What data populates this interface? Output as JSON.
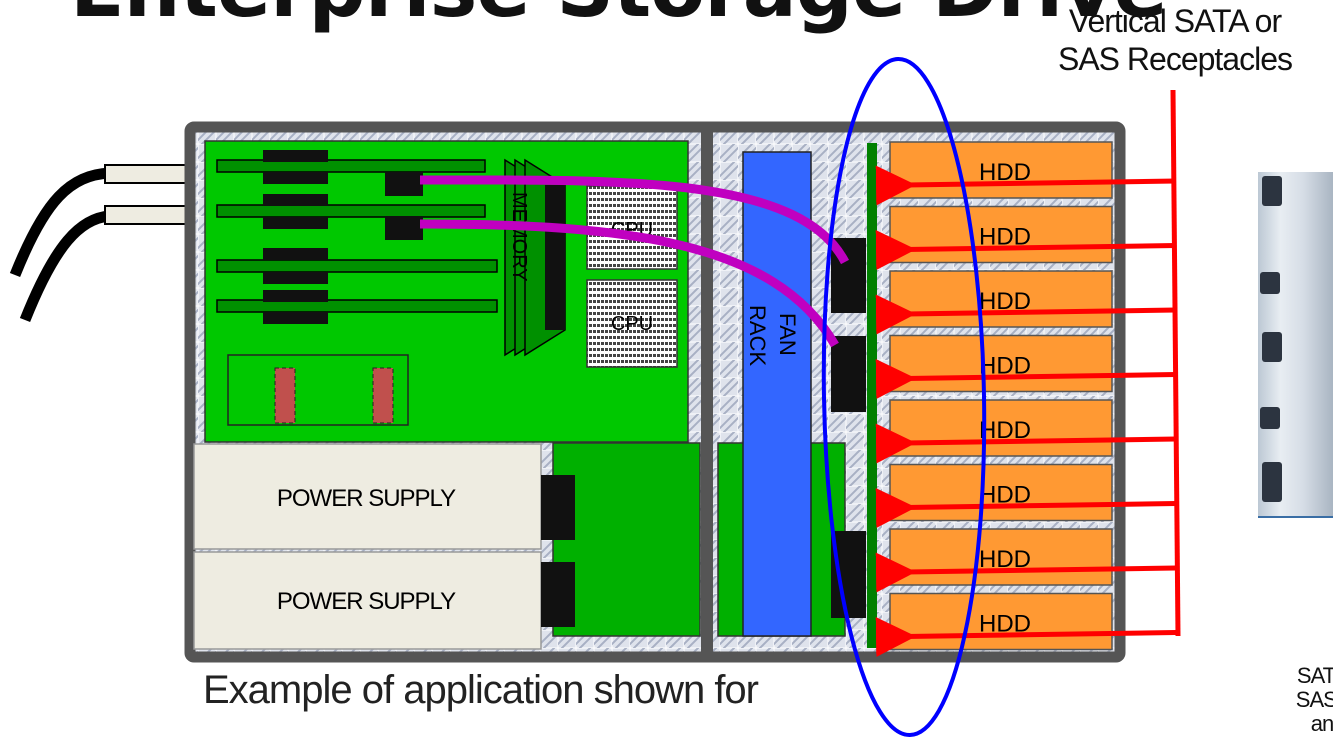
{
  "title": "Enterprise Storage Drive",
  "callout": {
    "line1": "Vertical SATA or",
    "line2": "SAS Receptacles"
  },
  "labels": {
    "memory": "MEMORY",
    "cpu_top": "CPU",
    "cpu_bottom": "CPU",
    "fan_rack_line1": "FAN",
    "fan_rack_line2": "RACK",
    "power_supply_top": "POWER SUPPLY",
    "power_supply_bottom": "POWER SUPPLY"
  },
  "hdd_bays": [
    "HDD",
    "HDD",
    "HDD",
    "HDD",
    "HDD",
    "HDD",
    "HDD",
    "HDD"
  ],
  "caption": "Example of application shown for",
  "photo_caption": {
    "line1": "SATA",
    "line2": "SAS r",
    "line3": "an"
  },
  "colors": {
    "chassis": "#555555",
    "motherboard": "#00c800",
    "fan_rack": "#3366ff",
    "hdd": "#ff9933",
    "arrows": "#ff0000",
    "highlight_ellipse": "#0000ff",
    "cables": "#c000c0",
    "power_supply": "#eeece1"
  }
}
